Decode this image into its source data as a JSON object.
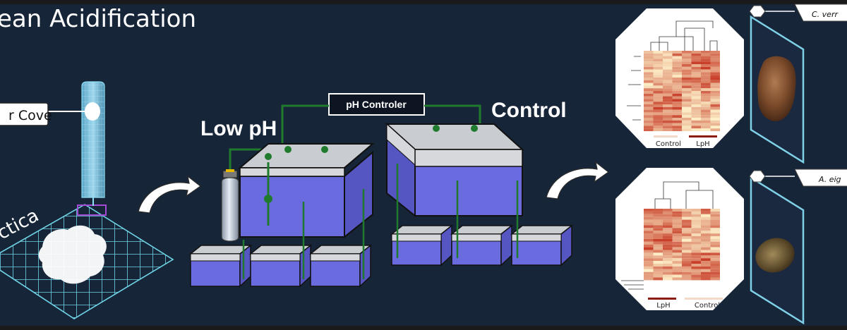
{
  "title": "ean Acidification",
  "site_label": "r Cove",
  "region_label": "ctica",
  "low_ph_label": "Low pH",
  "control_label": "Control",
  "ph_controller_label": "pH Controler",
  "heatmap_top": {
    "groups": [
      "Control",
      "LpH"
    ]
  },
  "heatmap_bottom": {
    "groups": [
      "LpH",
      "Control"
    ]
  },
  "species_top": "C. verr",
  "species_bottom": "A. eig",
  "colors": {
    "background": "#172538",
    "water": "#6b6be0",
    "grid": "#6fd3e6",
    "pipe": "#1f7a2e",
    "heat_low": "#fdf0c8",
    "heat_high": "#c8402a"
  }
}
